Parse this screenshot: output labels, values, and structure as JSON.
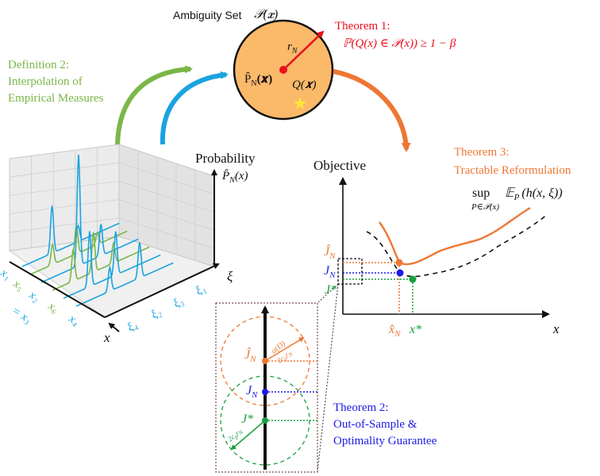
{
  "colors": {
    "orange": "#ee7733",
    "green_def": "#7ab648",
    "cyan": "#1aa3e0",
    "red": "#e8101d",
    "blue": "#1a1ae6",
    "green": "#18a040",
    "circle_fill": "#fbb96a",
    "ink": "#111111",
    "pane": "#e8e8e8",
    "yellow": "#ffe83a"
  },
  "ambiguity": {
    "title": "Ambiguity Set",
    "set_symbol": "𝒫(𝒙)",
    "radius": "r",
    "radius_sub": "N",
    "center": "P̂",
    "center_sub": "N",
    "center_arg": "(𝒙)",
    "true": "Q(𝒙)"
  },
  "thm1": {
    "title": "Theorem 1:",
    "formula": "ℙ(Q(x) ∈ 𝒫(x)) ≥ 1 − β"
  },
  "def2": {
    "line1": "Definition 2:",
    "line2": "Interpolation of",
    "line3": "Empirical Measures"
  },
  "thm3": {
    "line1": "Theorem 3:",
    "line2": "Tractable Reformulation",
    "sup": "sup",
    "sub": "P∈𝒫(x)",
    "expr": "𝔼",
    "expr_sub": "P",
    "expr_arg": "(h(x, ξ))"
  },
  "thm2": {
    "line1": "Theorem 2:",
    "line2": "Out-of-Sample &",
    "line3": "Optimality Guarantee"
  },
  "plot3d": {
    "prob_title": "Probability",
    "prob_symbol": "P̂",
    "prob_sub": "N",
    "prob_arg": "(x)",
    "xi": "ξ",
    "x": "x",
    "xi_ticks": [
      "ξ₁",
      "ξ₃",
      "ξ₂",
      "ξ₄"
    ],
    "x_ticks": [
      {
        "text": "x₁",
        "color": "cyan"
      },
      {
        "text": "x₅",
        "color": "green_def"
      },
      {
        "text": "x₂",
        "color": "cyan"
      },
      {
        "text": "x₆",
        "color": "green_def"
      },
      {
        "text": "x₄",
        "color": "cyan"
      },
      {
        "text": "= x₃",
        "color": "cyan"
      }
    ]
  },
  "objplot": {
    "ylabel": "Objective",
    "xlabel": "x",
    "jhat": "Ĵ",
    "jn": "J",
    "jstar": "J*",
    "n": "N",
    "xhat": "x̂",
    "xstar": "x*"
  },
  "zoom": {
    "jhat": "Ĵ",
    "jn": "J",
    "jstar": "J*",
    "n": "N",
    "alpha": "α(D)",
    "two_cp_top": "2c",
    "two_cp_bot": "2c"
  }
}
